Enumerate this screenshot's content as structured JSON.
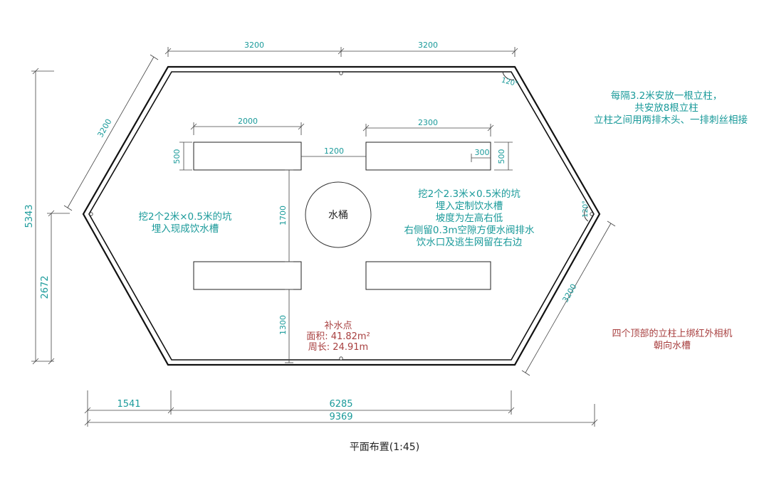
{
  "colors": {
    "outline": "#111111",
    "dimension_text": "#1a9a9a",
    "note_red": "#a84040",
    "caption": "#222222"
  },
  "dimensions": {
    "top_left": "3200",
    "top_right": "3200",
    "upper_left_diagonal": "3200",
    "lower_right_diagonal": "3200",
    "left_total_height": "5343",
    "left_lower_height": "2672",
    "bottom_left_segment": "1541",
    "bottom_middle_segment": "6285",
    "bottom_total_width": "9369",
    "trough_left_width": "2000",
    "trough_right_width": "2300",
    "trough_left_height": "500",
    "trough_right_height": "500",
    "trough_gap": "1200",
    "right_clearance": "300",
    "vertical_gap_middle": "1700",
    "vertical_gap_bottom": "1300",
    "top_angle": "120°",
    "right_angle": "120°"
  },
  "labels": {
    "bucket": "水桶",
    "left_note": [
      "挖2个2米×0.5米的坑",
      "埋入现成饮水槽"
    ],
    "right_note": [
      "挖2个2.3米×0.5米的坑",
      "埋入定制饮水槽",
      "坡度为左高右低",
      "右侧留0.3m空隙方便水阀排水",
      "饮水口及逃生网留在右边"
    ],
    "water_point": {
      "title": "补水点",
      "area": "面积: 41.82m²",
      "perimeter": "周长: 24.91m"
    },
    "top_right_note": [
      "每隔3.2米安放一根立柱，",
      "共安放8根立柱",
      "立柱之间用两排木头、一排刺丝相接"
    ],
    "camera_note": [
      "四个顶部的立柱上绑红外相机",
      "朝向水槽"
    ],
    "caption": "平面布置(1:45)"
  }
}
